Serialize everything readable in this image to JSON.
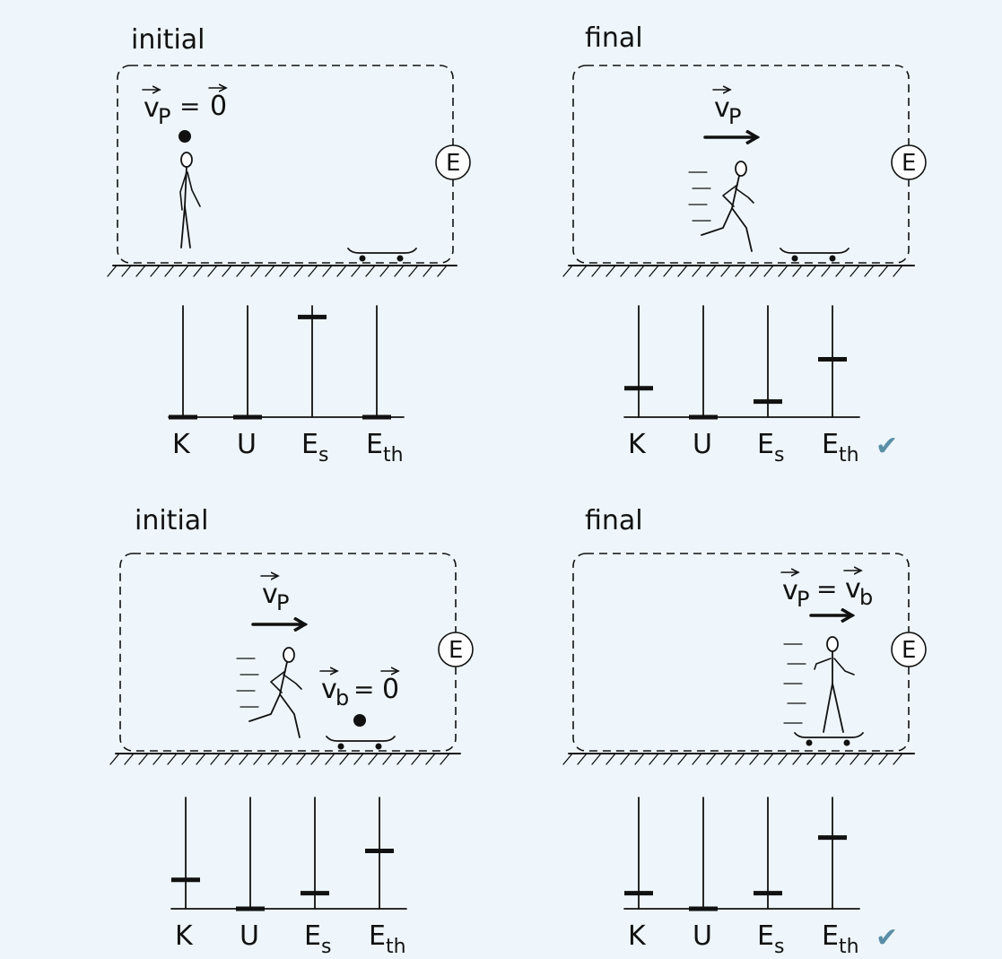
{
  "scenarios": [
    {
      "initial": {
        "title": "initial",
        "velocity_label": "v⃗P = 0⃗",
        "environment_label": "E"
      },
      "final": {
        "title": "final",
        "velocity_label": "v⃗P",
        "environment_label": "E"
      },
      "bar_charts": [
        {
          "chart": "initial",
          "categories": [
            "K",
            "U",
            "Es",
            "Eth"
          ],
          "values": [
            0,
            0,
            0.9,
            0
          ],
          "checked": false
        },
        {
          "chart": "final",
          "categories": [
            "K",
            "U",
            "Es",
            "Eth"
          ],
          "values": [
            0.26,
            0,
            0.14,
            0.52
          ],
          "checked": true
        }
      ]
    },
    {
      "initial": {
        "title": "initial",
        "velocity_label": "v⃗P",
        "board_velocity_label": "v⃗b = 0⃗",
        "environment_label": "E"
      },
      "final": {
        "title": "final",
        "velocity_label": "v⃗P = v⃗b",
        "environment_label": "E"
      },
      "bar_charts": [
        {
          "chart": "initial",
          "categories": [
            "K",
            "U",
            "Es",
            "Eth"
          ],
          "values": [
            0.26,
            0,
            0.14,
            0.52
          ],
          "checked": false
        },
        {
          "chart": "final",
          "categories": [
            "K",
            "U",
            "Es",
            "Eth"
          ],
          "values": [
            0.14,
            0,
            0.14,
            0.64
          ],
          "checked": true
        }
      ]
    }
  ],
  "check_mark": "✔",
  "colors": {
    "background": "#eef6fb",
    "ink": "#111111",
    "check": "#5a8fa6"
  }
}
